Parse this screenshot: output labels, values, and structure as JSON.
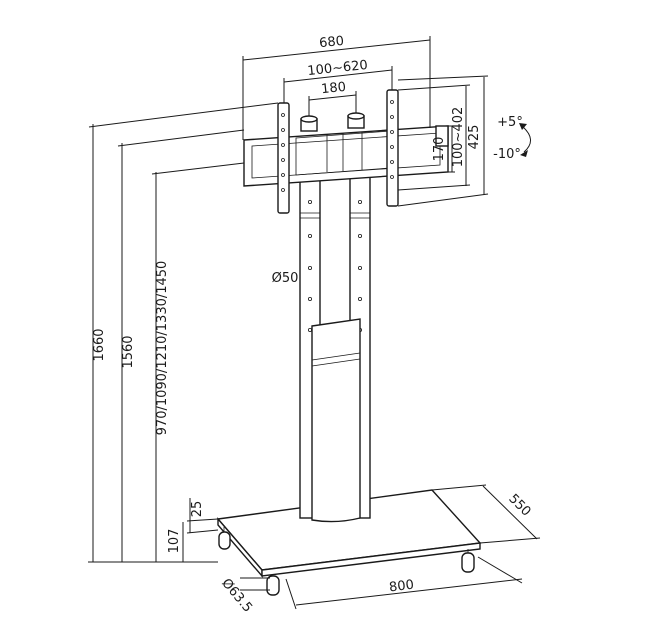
{
  "dimensions": {
    "width_vesa_max": "680",
    "width_vesa_range": "100~620",
    "width_column_spacing": "180",
    "height_bracket": "170",
    "height_vesa_range": "100~402",
    "height_bracket_total": "425",
    "tilt_up": "+5°",
    "tilt_down": "-10°",
    "column_diameter": "Ø50",
    "total_height": "1660",
    "height_top_bracket": "1560",
    "mount_heights": "970/1090/1210/1330/1450",
    "base_thickness": "25",
    "base_clearance": "107",
    "wheel_diameter": "Ø63.5",
    "base_width": "800",
    "base_depth": "550"
  }
}
